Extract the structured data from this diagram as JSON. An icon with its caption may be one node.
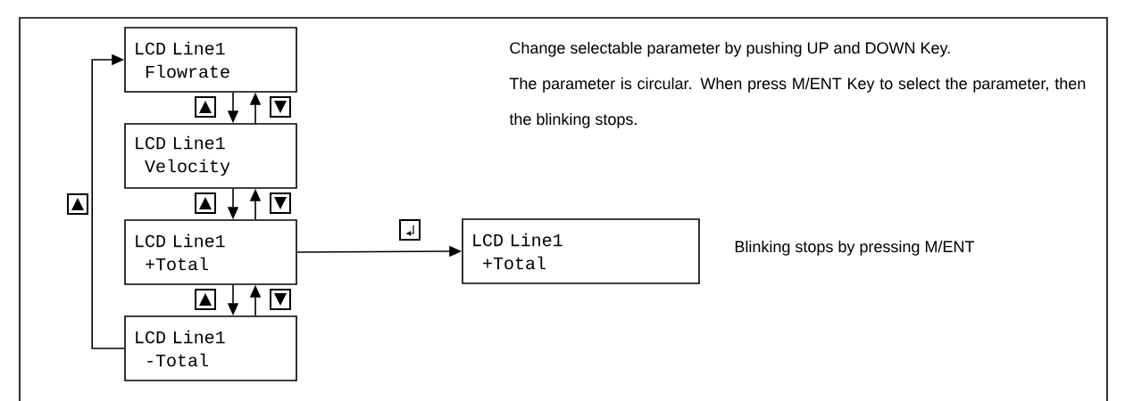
{
  "diagram": {
    "nodes": [
      {
        "text": [
          "LCD Line1",
          "Flowrate"
        ]
      },
      {
        "text": [
          "LCD Line1",
          "Velocity"
        ]
      },
      {
        "text": [
          "LCD Line1",
          "+Total"
        ]
      },
      {
        "text": [
          "LCD Line1",
          "-Total"
        ]
      },
      {
        "text": [
          "LCD Line1",
          "+Total"
        ]
      }
    ],
    "edges": [
      {
        "from": 0,
        "to": 1,
        "arrow": "to"
      },
      {
        "from": 1,
        "to": 0,
        "arrow": "to"
      },
      {
        "from": 1,
        "to": 2,
        "arrow": "to"
      },
      {
        "from": 2,
        "to": 1,
        "arrow": "to"
      },
      {
        "from": 2,
        "to": 3,
        "arrow": "to"
      },
      {
        "from": 3,
        "to": 2,
        "arrow": "to"
      },
      {
        "from": 3,
        "to": 0,
        "arrow": "to"
      },
      {
        "from": 2,
        "to": 4,
        "arrow": "to"
      }
    ],
    "labels": [
      "Change selectable parameter by pushing UP and DOWN Key.",
      "The parameter is circular. When press M/ENT Key to select the parameter, then the blinking stops.",
      "Blinking stops by pressing M/ENT"
    ]
  }
}
